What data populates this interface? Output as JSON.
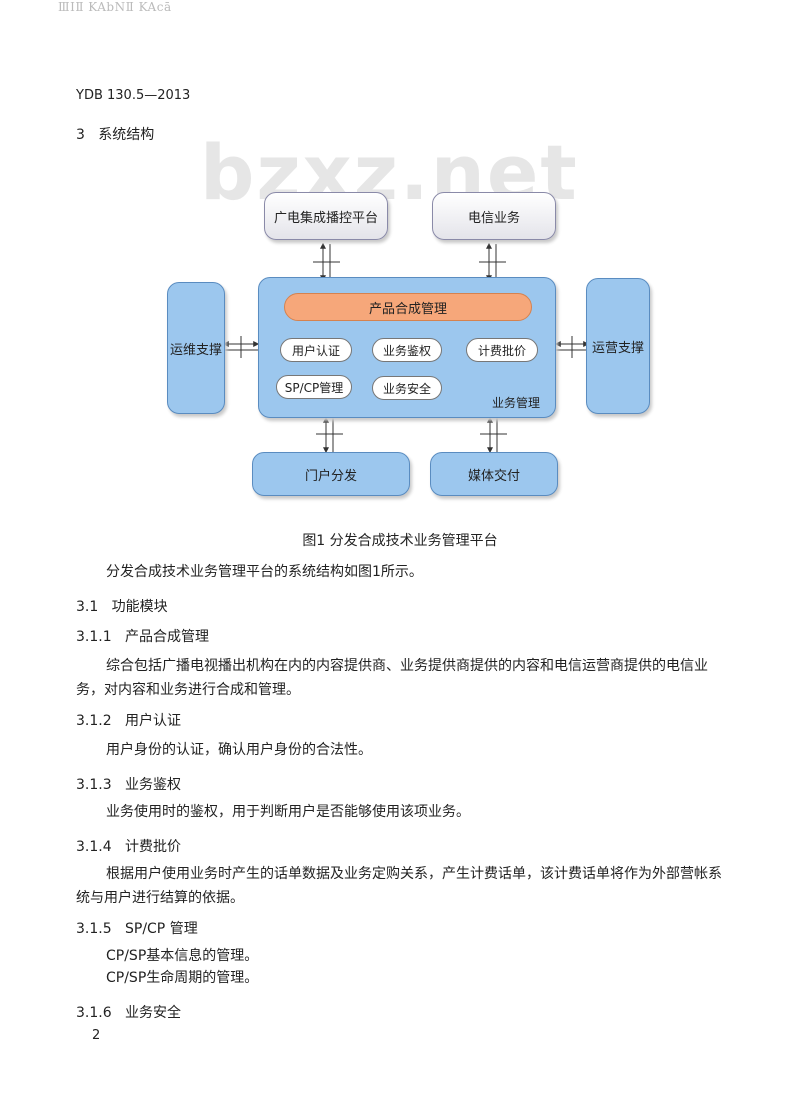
{
  "header_garble": "ⅢⅠⅡ KAbNⅡ KAcā",
  "standard_code": "YDB 130.5—2013",
  "section3": {
    "num": "3",
    "title": "系统结构"
  },
  "diagram": {
    "watermark": "bzxz.net",
    "top_left": "广电集成播控平台",
    "top_right": "电信业务",
    "left": "运维支撑",
    "right": "运营支撑",
    "product": "产品合成管理",
    "pills": [
      "用户认证",
      "业务鉴权",
      "计费批价",
      "SP/CP管理",
      "业务安全"
    ],
    "main_label": "业务管理",
    "bottom_left": "门户分发",
    "bottom_right": "媒体交付"
  },
  "caption": "图1   分发合成技术业务管理平台",
  "intro": "分发合成技术业务管理平台的系统结构如图1所示。",
  "sections": {
    "s31": {
      "num": "3.1",
      "title": "功能模块"
    },
    "s311": {
      "num": "3.1.1",
      "title": "产品合成管理",
      "text": "综合包括广播电视播出机构在内的内容提供商、业务提供商提供的内容和电信运营商提供的电信业务，对内容和业务进行合成和管理。"
    },
    "s312": {
      "num": "3.1.2",
      "title": "用户认证",
      "text": "用户身份的认证，确认用户身份的合法性。"
    },
    "s313": {
      "num": "3.1.3",
      "title": "业务鉴权",
      "text": "业务使用时的鉴权，用于判断用户是否能够使用该项业务。"
    },
    "s314": {
      "num": "3.1.4",
      "title": "计费批价",
      "text": "根据用户使用业务时产生的话单数据及业务定购关系，产生计费话单，该计费话单将作为外部营帐系统与用户进行结算的依据。"
    },
    "s315": {
      "num": "3.1.5",
      "title": "SP/CP 管理",
      "line1": "CP/SP基本信息的管理。",
      "line2": "CP/SP生命周期的管理。"
    },
    "s316": {
      "num": "3.1.6",
      "title": "业务安全"
    }
  },
  "page_number": "2"
}
